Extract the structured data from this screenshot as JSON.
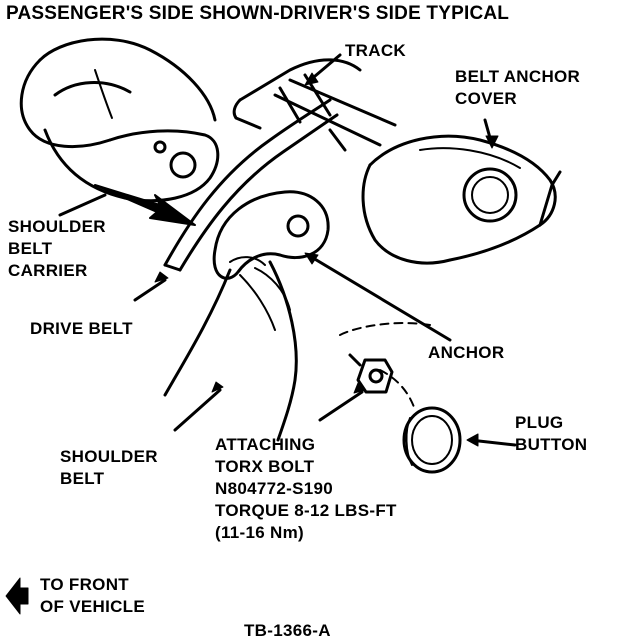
{
  "title": "PASSENGER'S SIDE SHOWN-DRIVER'S SIDE TYPICAL",
  "labels": {
    "track": "TRACK",
    "belt_anchor_cover": [
      "BELT ANCHOR",
      "COVER"
    ],
    "shoulder_belt_carrier": [
      "SHOULDER",
      "BELT",
      "CARRIER"
    ],
    "drive_belt": "DRIVE BELT",
    "anchor": "ANCHOR",
    "plug_button": [
      "PLUG",
      "BUTTON"
    ],
    "shoulder_belt": [
      "SHOULDER",
      "BELT"
    ],
    "attaching_bolt": [
      "ATTACHING",
      "TORX BOLT",
      "N804772-S190",
      "TORQUE 8-12 LBS-FT",
      "(11-16 Nm)"
    ],
    "front_of_vehicle": [
      "TO FRONT",
      "OF VEHICLE"
    ]
  },
  "figure_id": "TB-1366-A",
  "icons": {
    "front_arrow": "left-arrow-icon"
  }
}
